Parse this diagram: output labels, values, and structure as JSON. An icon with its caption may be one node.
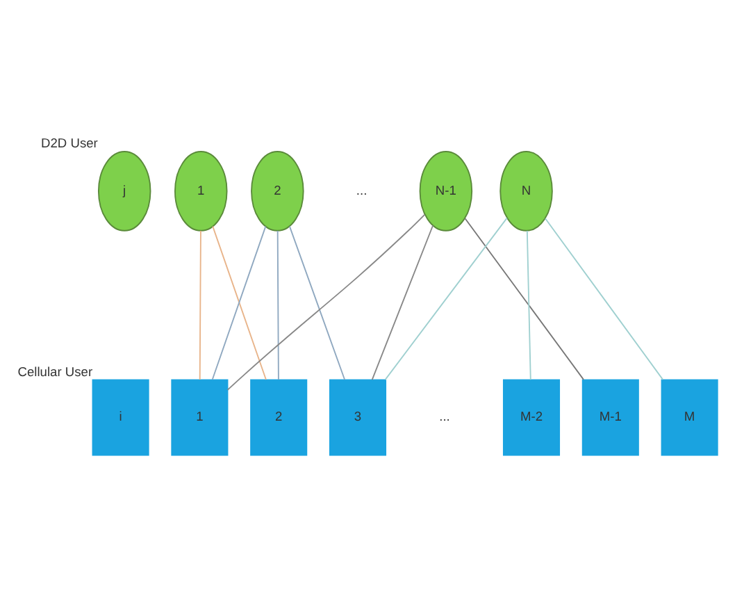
{
  "diagram": {
    "nodes": [
      {
        "text": [
          "j"
        ],
        "beside": [
          "D2D User"
        ]
      },
      {
        "text": [
          "1"
        ]
      },
      {
        "text": [
          "2"
        ]
      },
      {
        "text": [
          "N-1"
        ]
      },
      {
        "text": [
          "N"
        ]
      },
      {
        "text": [
          "i"
        ],
        "beside": [
          "Cellular User"
        ]
      },
      {
        "text": [
          "1"
        ]
      },
      {
        "text": [
          "2"
        ]
      },
      {
        "text": [
          "3"
        ]
      },
      {
        "text": [
          "M-2"
        ]
      },
      {
        "text": [
          "M-1"
        ]
      },
      {
        "text": [
          "M"
        ]
      }
    ],
    "edges": [
      {
        "from": 1,
        "to": 6,
        "arrow": "none",
        "color": "#e8b48a"
      },
      {
        "from": 1,
        "to": 7,
        "arrow": "none",
        "color": "#e8b48a"
      },
      {
        "from": 2,
        "to": 6,
        "arrow": "none",
        "color": "#8fa8c0"
      },
      {
        "from": 2,
        "to": 7,
        "arrow": "none",
        "color": "#8fa8c0"
      },
      {
        "from": 2,
        "to": 8,
        "arrow": "none",
        "color": "#8fa8c0"
      },
      {
        "from": 3,
        "to": 6,
        "arrow": "none",
        "color": "#888888"
      },
      {
        "from": 3,
        "to": 8,
        "arrow": "none",
        "color": "#888888"
      },
      {
        "from": 3,
        "to": 10,
        "arrow": "none",
        "color": "#777777"
      },
      {
        "from": 4,
        "to": 8,
        "arrow": "none",
        "color": "#9fd0d0"
      },
      {
        "from": 4,
        "to": 9,
        "arrow": "none",
        "color": "#9fd0d0"
      },
      {
        "from": 4,
        "to": 11,
        "arrow": "none",
        "color": "#9fd0d0"
      }
    ],
    "labels": [
      "...",
      "..."
    ]
  }
}
